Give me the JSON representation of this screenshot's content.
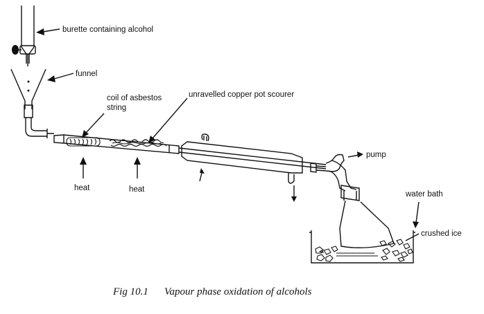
{
  "labels": {
    "burette": "burette containing alcohol",
    "funnel": "funnel",
    "coil_line1": "coil of asbestos",
    "coil_line2": "string",
    "copper": "unravelled copper pot scourer",
    "heat_left": "heat",
    "heat_right": "heat",
    "pump": "pump",
    "water_bath": "water bath",
    "crushed_ice": "crushed ice"
  },
  "caption": {
    "fig_number": "Fig 10.1",
    "title": "Vapour phase oxidation of alcohols"
  }
}
